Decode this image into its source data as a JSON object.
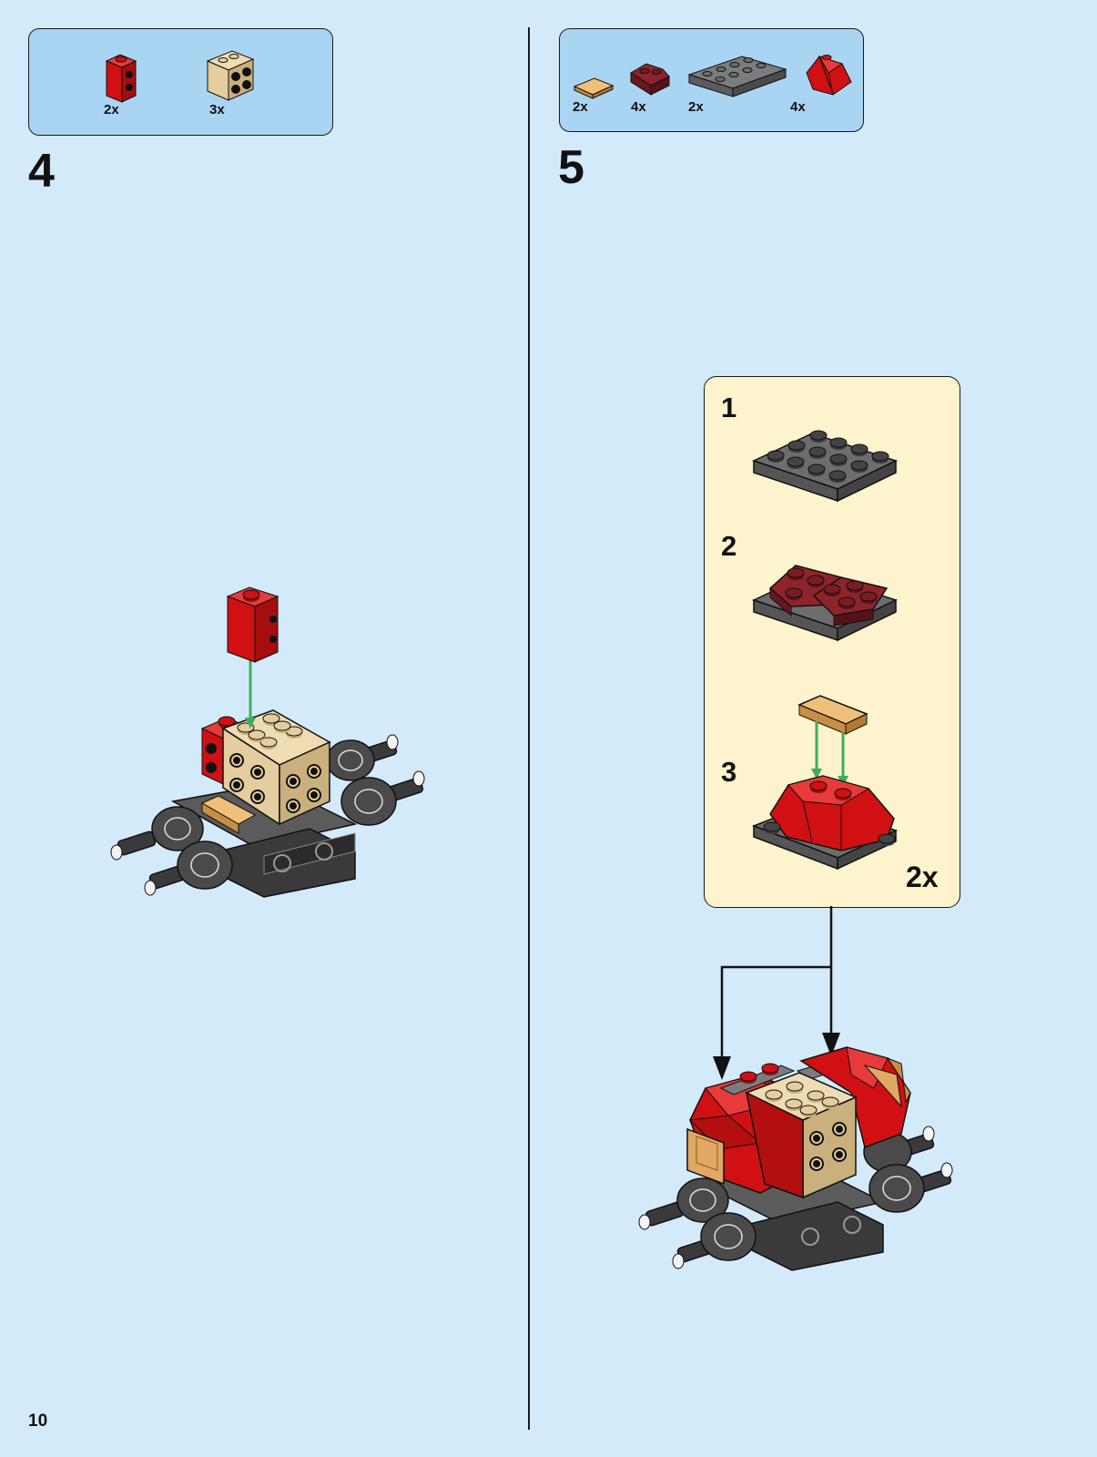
{
  "page": {
    "number": "10"
  },
  "step4": {
    "number": "4",
    "parts": [
      {
        "qty": "2x",
        "part": "red-brick-1x1-with-side-studs",
        "color": "#d01012"
      },
      {
        "qty": "3x",
        "part": "tan-brick-2x2-with-side-studs",
        "color": "#e4cd9e"
      }
    ]
  },
  "step5": {
    "number": "5",
    "parts": [
      {
        "qty": "2x",
        "part": "gold-tile-1x2-grille",
        "color": "#e0a862"
      },
      {
        "qty": "4x",
        "part": "dark-red-wedge-plate-2x2",
        "color": "#7b1c22"
      },
      {
        "qty": "2x",
        "part": "dark-gray-plate-2x4",
        "color": "#6b6d6e"
      },
      {
        "qty": "4x",
        "part": "red-slope-curved",
        "color": "#d01012"
      }
    ],
    "subassembly": {
      "steps": [
        {
          "number": "1"
        },
        {
          "number": "2"
        },
        {
          "number": "3"
        }
      ],
      "multiplier": "2x"
    }
  },
  "colors": {
    "background": "#d3eafb",
    "parts_box": "#a9d5f3",
    "subassembly_box": "#fdf3cc",
    "arrow_green": "#3fae5a"
  }
}
